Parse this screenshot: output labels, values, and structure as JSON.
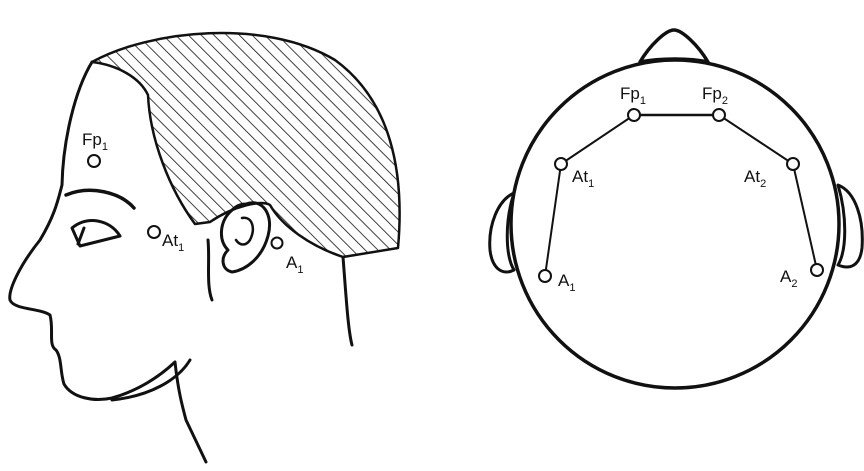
{
  "side_view": {
    "electrodes": [
      {
        "id": "Fp1",
        "main": "Fp",
        "sub": "1"
      },
      {
        "id": "At1",
        "main": "At",
        "sub": "1"
      },
      {
        "id": "A1",
        "main": "A",
        "sub": "1"
      }
    ]
  },
  "top_view": {
    "electrodes": [
      {
        "id": "Fp1",
        "main": "Fp",
        "sub": "1"
      },
      {
        "id": "Fp2",
        "main": "Fp",
        "sub": "2"
      },
      {
        "id": "At1",
        "main": "At",
        "sub": "1"
      },
      {
        "id": "At2",
        "main": "At",
        "sub": "2"
      },
      {
        "id": "A1",
        "main": "A",
        "sub": "1"
      },
      {
        "id": "A2",
        "main": "A",
        "sub": "2"
      }
    ]
  },
  "colors": {
    "ink": "#111111",
    "background": "#ffffff"
  }
}
